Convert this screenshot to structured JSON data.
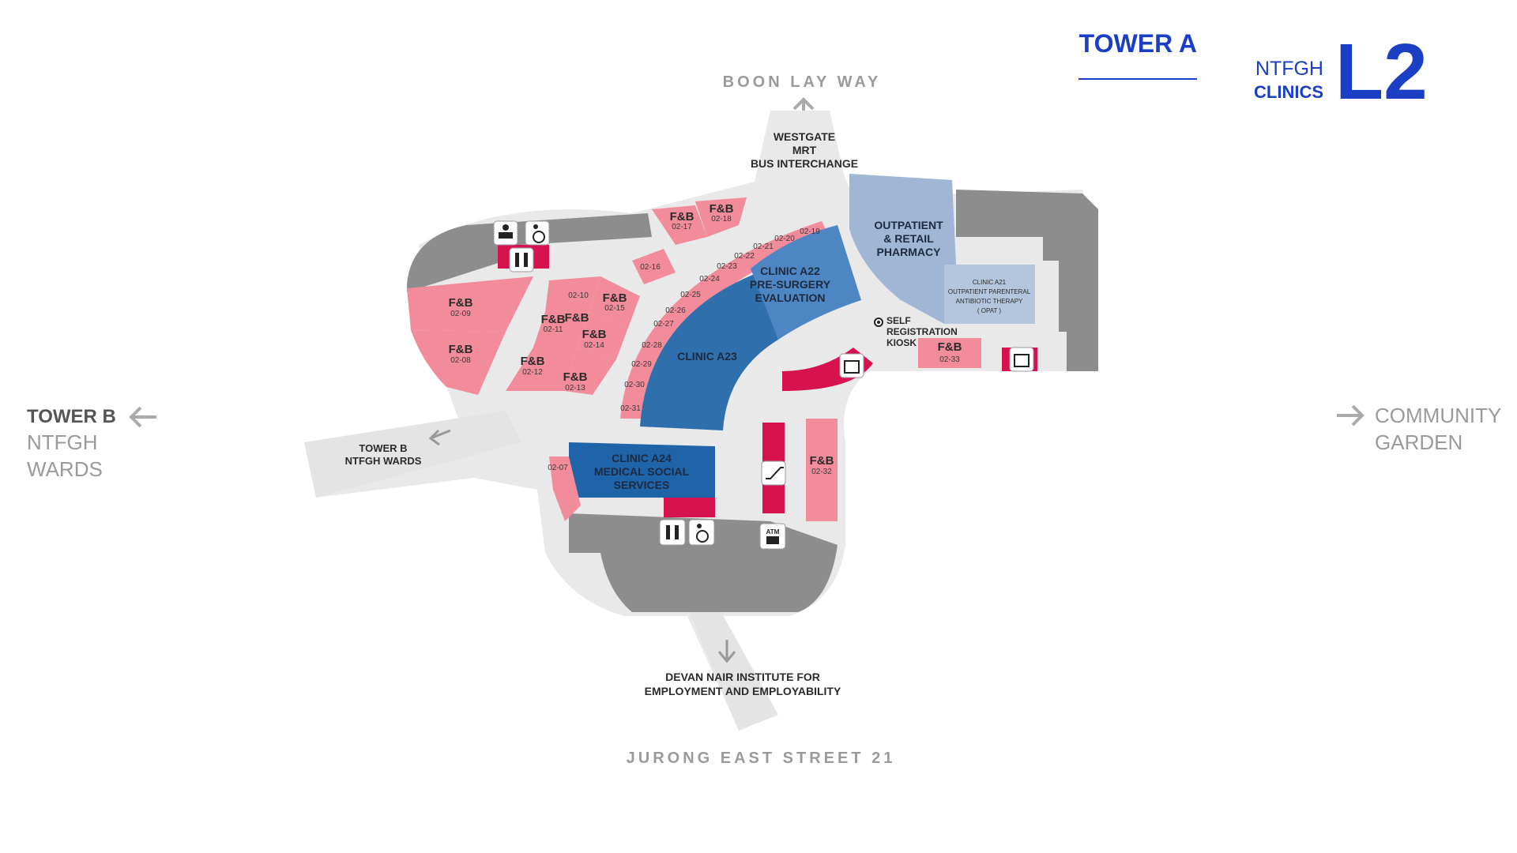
{
  "header": {
    "tower": "TOWER A",
    "facility": "NTFGH",
    "section": "CLINICS",
    "level": "L2",
    "accent_color": "#1b3fc4"
  },
  "directions": {
    "north": "BOON LAY WAY",
    "south": "JURONG EAST STREET 21",
    "west_line1": "TOWER B",
    "west_line2": "NTFGH",
    "west_line3": "WARDS",
    "east_line1": "COMMUNITY",
    "east_line2": "GARDEN"
  },
  "landmarks": {
    "westgate_1": "WESTGATE",
    "westgate_2": "MRT",
    "westgate_3": "BUS INTERCHANGE",
    "towerb_1": "TOWER B",
    "towerb_2": "NTFGH WARDS",
    "devan_1": "DEVAN NAIR INSTITUTE FOR",
    "devan_2": "EMPLOYMENT AND EMPLOYABILITY",
    "kiosk_1": "SELF",
    "kiosk_2": "REGISTRATION",
    "kiosk_3": "KIOSK"
  },
  "clinics": {
    "a22_1": "CLINIC A22",
    "a22_2": "PRE-SURGERY",
    "a22_3": "EVALUATION",
    "a23": "CLINIC A23",
    "a24_1": "CLINIC A24",
    "a24_2": "MEDICAL SOCIAL",
    "a24_3": "SERVICES",
    "pharmacy_1": "OUTPATIENT",
    "pharmacy_2": "& RETAIL",
    "pharmacy_3": "PHARMACY",
    "a21_1": "CLINIC A21",
    "a21_2": "OUTPATIENT PARENTERAL",
    "a21_3": "ANTIBIOTIC THERAPY",
    "a21_4": "( OPAT )"
  },
  "units": {
    "fb": "F&B",
    "u0209": "02-09",
    "u0208": "02-08",
    "u0210": "02-10",
    "u0211": "02-11",
    "u0212": "02-12",
    "u0213": "02-13",
    "u0214": "02-14",
    "u0215": "02-15",
    "u0216": "02-16",
    "u0217": "02-17",
    "u0218": "02-18",
    "u0219": "02-19",
    "u0220": "02-20",
    "u0221": "02-21",
    "u0222": "02-22",
    "u0223": "02-23",
    "u0224": "02-24",
    "u0225": "02-25",
    "u0226": "02-26",
    "u0227": "02-27",
    "u0228": "02-28",
    "u0229": "02-29",
    "u0230": "02-30",
    "u0231": "02-31",
    "u0207": "02-07",
    "u0232": "02-32",
    "u0233": "02-33"
  },
  "icons": {
    "atm": "ATM",
    "names": [
      "baby-change-icon",
      "accessible-toilet-icon",
      "toilet-icon",
      "lift-icon",
      "escalator-icon",
      "atm-icon",
      "kiosk-marker-icon"
    ]
  },
  "colors": {
    "fnb": "#f28b9a",
    "clinic_dark": "#2f6fad",
    "clinic_light": "#9fb7d4",
    "service": "#d6124f",
    "building": "#8a8a8a",
    "walkway": "#e6e6e6"
  }
}
